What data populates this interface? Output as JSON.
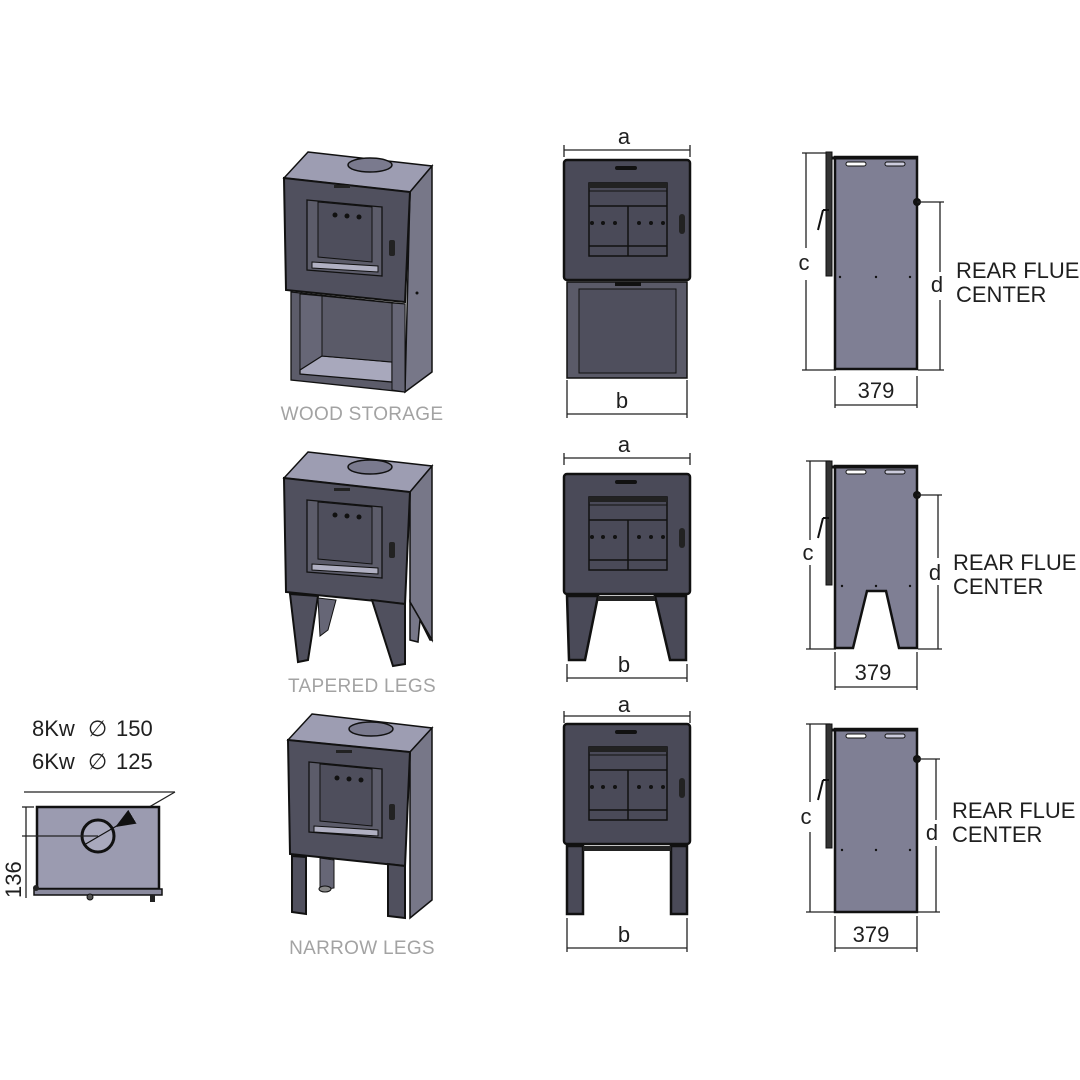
{
  "title": "Stove variants dimension drawing",
  "variants": [
    {
      "name": "wood-storage",
      "caption": "WOOD STORAGE",
      "front_labels": {
        "top": "a",
        "bottom": "b"
      },
      "side_labels": {
        "height": "c",
        "flue_height": "d",
        "depth": "379"
      },
      "flue_label_line1": "REAR FLUE",
      "flue_label_line2": "CENTER"
    },
    {
      "name": "tapered-legs",
      "caption": "TAPERED LEGS",
      "front_labels": {
        "top": "a",
        "bottom": "b"
      },
      "side_labels": {
        "height": "c",
        "flue_height": "d",
        "depth": "379"
      },
      "flue_label_line1": "REAR FLUE",
      "flue_label_line2": "CENTER"
    },
    {
      "name": "narrow-legs",
      "caption": "NARROW LEGS",
      "front_labels": {
        "top": "a",
        "bottom": "b"
      },
      "side_labels": {
        "height": "c",
        "flue_height": "d",
        "depth": "379"
      },
      "flue_label_line1": "REAR FLUE",
      "flue_label_line2": "CENTER"
    }
  ],
  "top_view": {
    "power_rows": [
      {
        "power": "8Kw",
        "diameter_symbol": "∅",
        "diameter": "150"
      },
      {
        "power": "6Kw",
        "diameter_symbol": "∅",
        "diameter": "125"
      }
    ],
    "offset_dimension": "136"
  },
  "colors": {
    "stove_front": "#4a4a58",
    "stove_side": "#7f7f94",
    "stove_top": "#9d9db2",
    "caption_gray": "#a3a3a3",
    "text": "#1f1f1f"
  }
}
